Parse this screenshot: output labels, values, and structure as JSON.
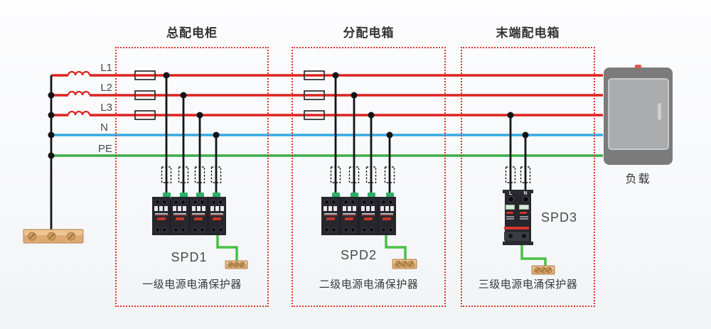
{
  "colors": {
    "phase": "#DC2420",
    "neutral": "#36A9E1",
    "pe": "#3AAD4A",
    "ground-wire": "#47C144",
    "enclosure-border": "#DC352B",
    "spd-body": "#26262C",
    "terminal-green": "#2EAF68",
    "ground-bar": "#DCAA72",
    "load-body": "#7B7B7B"
  },
  "sections": [
    {
      "title": "总配电柜",
      "spd_label": "SPD1",
      "caption": "一级电源电涌保护器"
    },
    {
      "title": "分配电箱",
      "spd_label": "SPD2",
      "caption": "二级电源电涌保护器"
    },
    {
      "title": "末端配电箱",
      "spd_label": "SPD3",
      "caption": "三级电源电涌保护器"
    }
  ],
  "lines": [
    {
      "label": "L1"
    },
    {
      "label": "L2"
    },
    {
      "label": "L3"
    },
    {
      "label": "N"
    },
    {
      "label": "PE"
    }
  ],
  "load": {
    "label": "负载"
  },
  "spd3_terminals": {
    "left": "L",
    "right": "N"
  }
}
